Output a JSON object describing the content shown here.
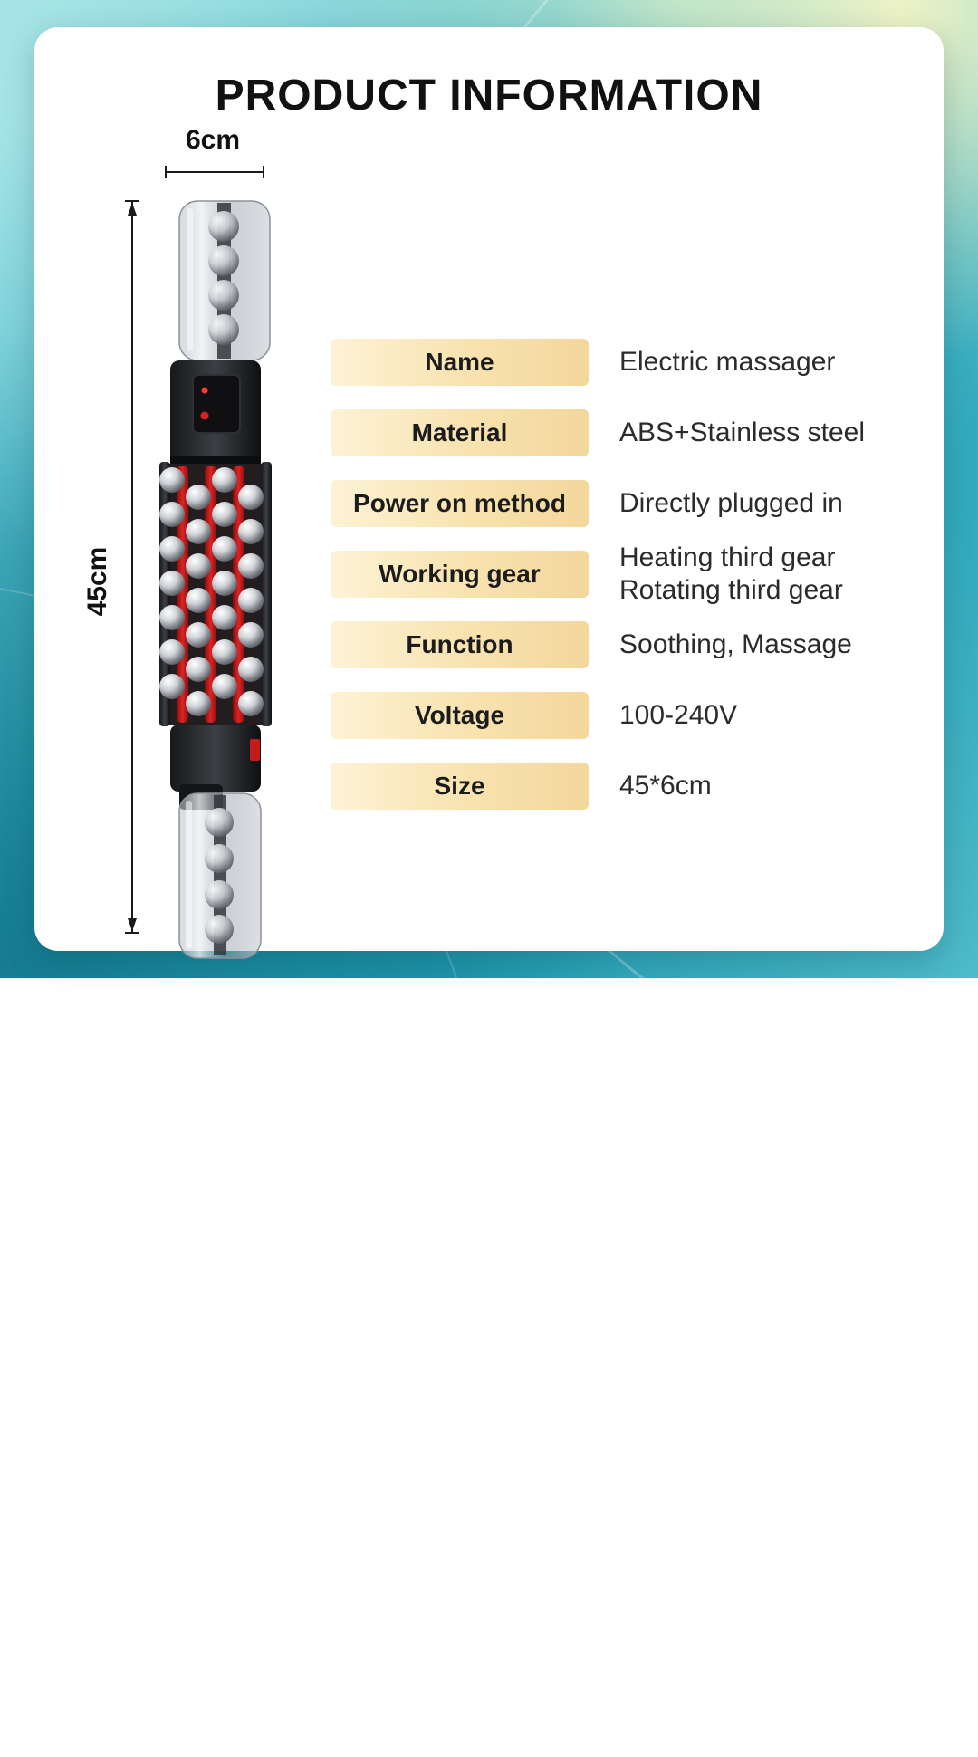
{
  "title": "PRODUCT INFORMATION",
  "dimensions": {
    "width": "6cm",
    "height": "45cm"
  },
  "specs": [
    {
      "label": "Name",
      "value": "Electric massager"
    },
    {
      "label": "Material",
      "value": "ABS+Stainless steel"
    },
    {
      "label": "Power on method",
      "value": "Directly plugged in"
    },
    {
      "label": "Working gear",
      "value": "Heating third gear\nRotating third gear"
    },
    {
      "label": "Function",
      "value": "Soothing, Massage"
    },
    {
      "label": "Voltage",
      "value": "100-240V"
    },
    {
      "label": "Size",
      "value": "45*6cm"
    }
  ],
  "colors": {
    "background_teal": "#2ba7ba",
    "label_pill_start": "#fdf3d6",
    "label_pill_end": "#f3d79c",
    "accent_red": "#c41c1c",
    "text_dark": "#111111"
  }
}
